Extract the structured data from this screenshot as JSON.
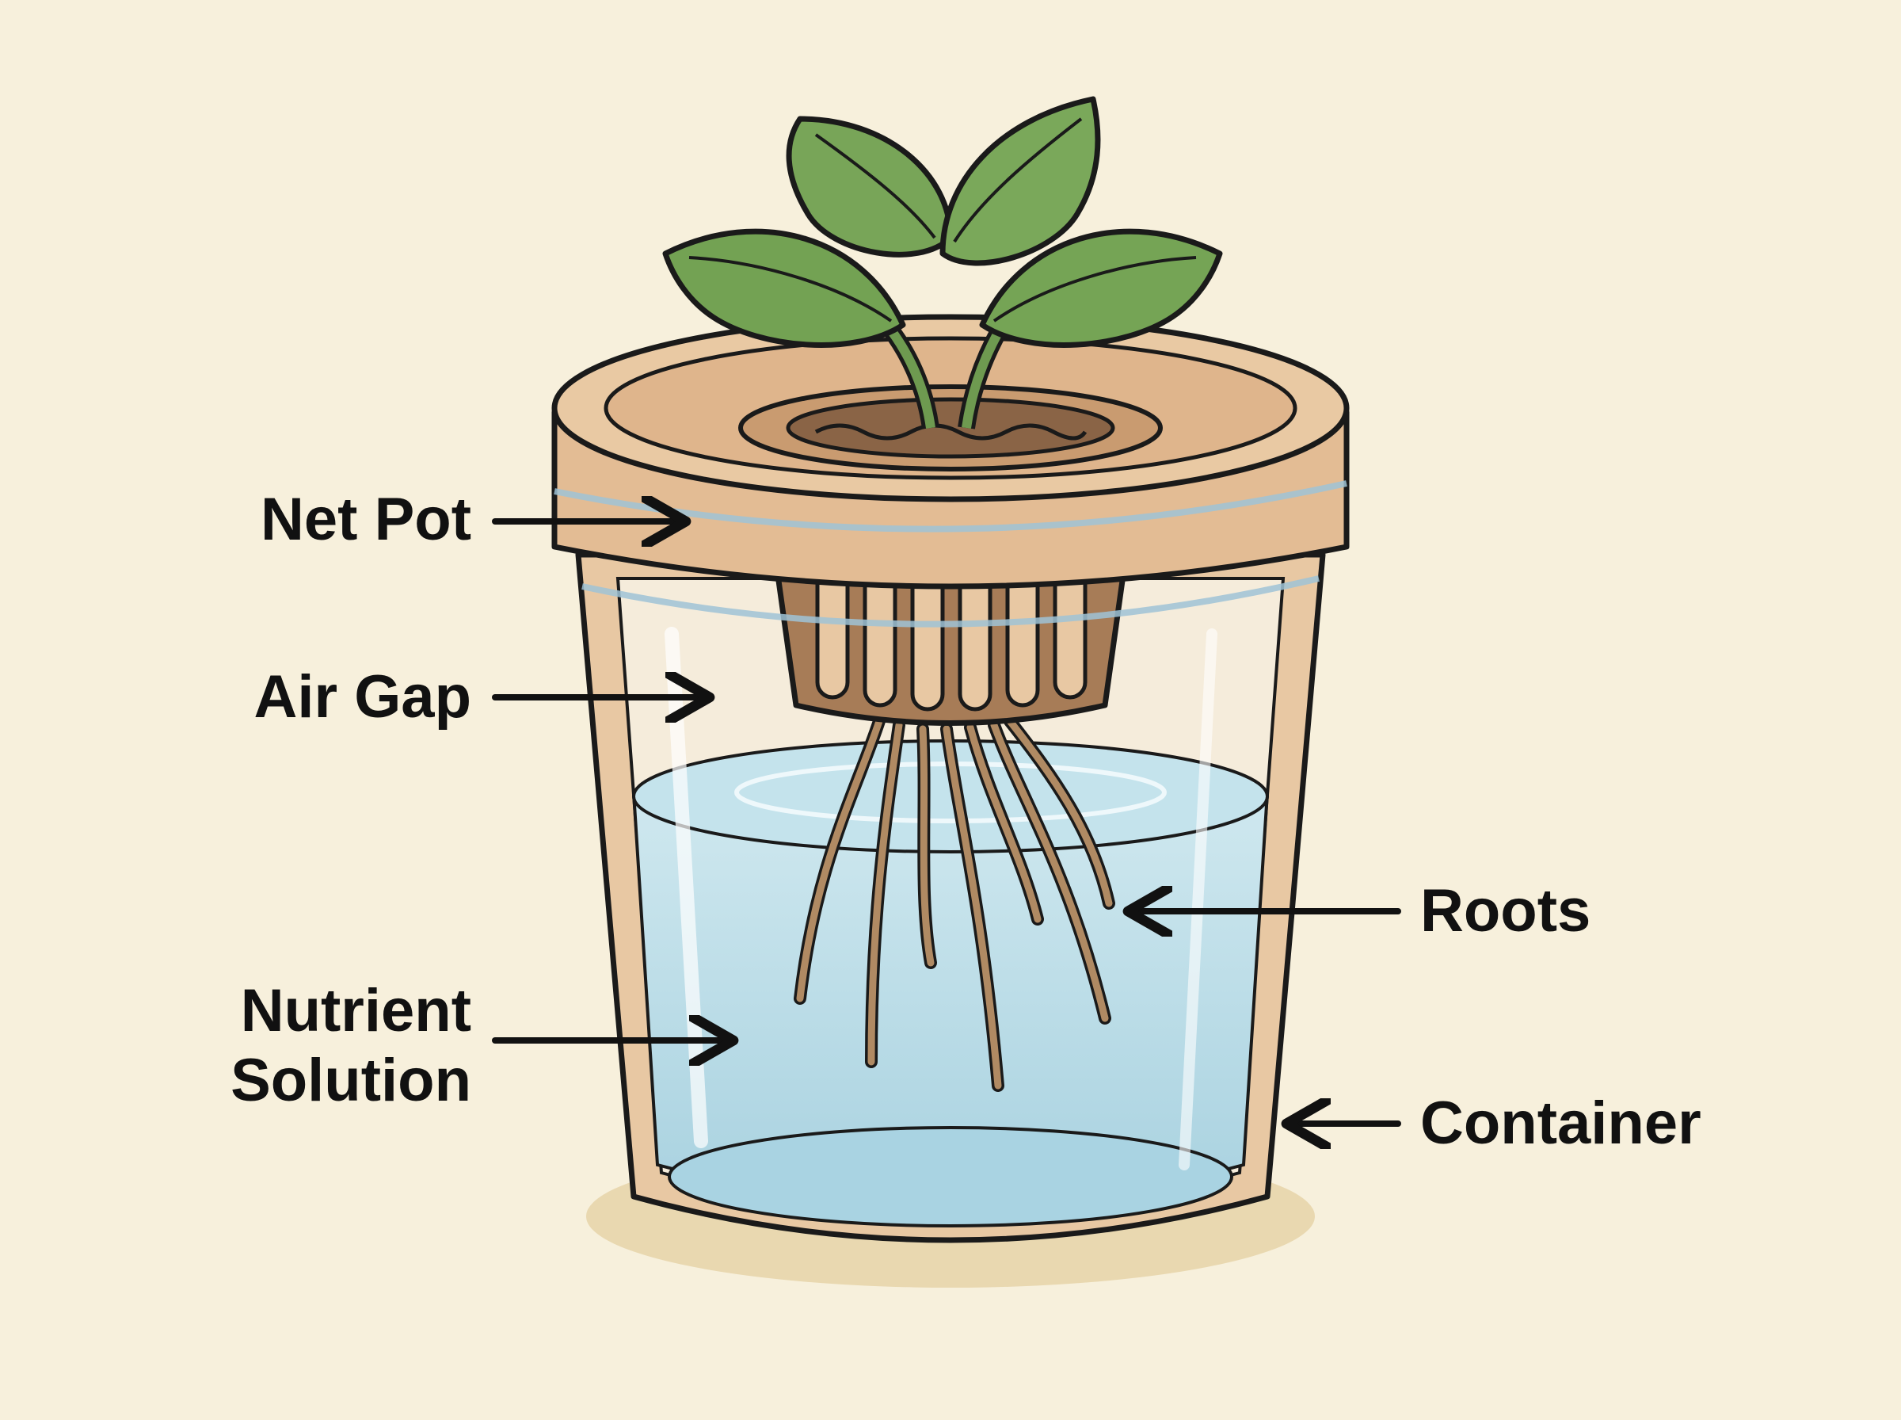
{
  "diagram": {
    "labels": {
      "net_pot": "Net Pot",
      "air_gap": "Air Gap",
      "nutrient_line1": "Nutrient",
      "nutrient_line2": "Solution",
      "roots": "Roots",
      "container": "Container"
    }
  },
  "colors": {
    "background": "#f7f0dc",
    "container": "#e6c3a0",
    "net_pot": "#a47a56",
    "leaf": "#77a558",
    "water": "#b9dde8",
    "outline": "#1a1a1a"
  }
}
